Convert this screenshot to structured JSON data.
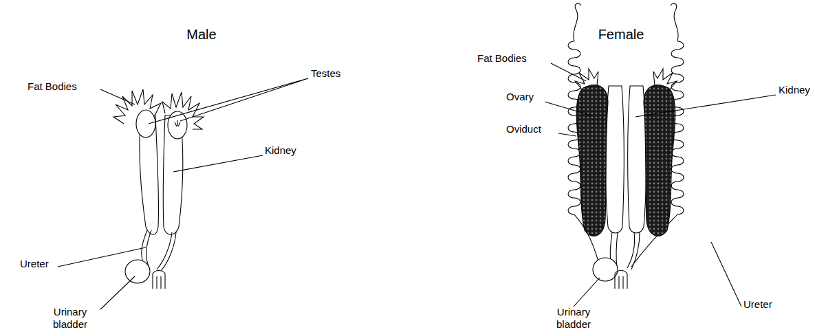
{
  "diagram": {
    "labels": [
      "Male",
      "Female",
      "Fat Bodies",
      "Testes",
      "Kidney",
      "Ureter",
      "Urinary bladder",
      "Fat Bodies",
      "Ovary",
      "Oviduct",
      "Kidney",
      "Ureter",
      "Urinary bladder"
    ]
  }
}
